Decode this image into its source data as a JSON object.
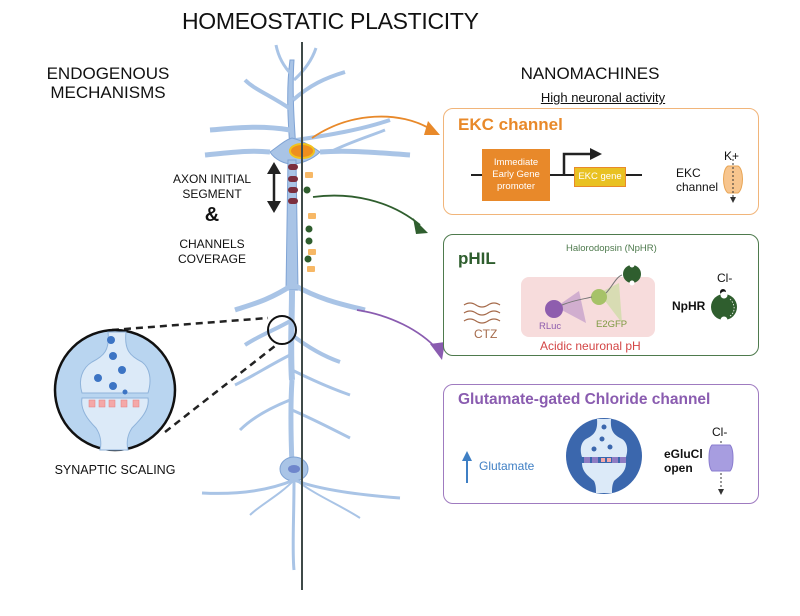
{
  "title": "HOMEOSTATIC PLASTICITY",
  "left": {
    "header_line1": "ENDOGENOUS",
    "header_line2": "MECHANISMS",
    "ais_line1": "AXON INITIAL",
    "ais_line2": "SEGMENT",
    "ampersand": "&",
    "coverage_line1": "CHANNELS",
    "coverage_line2": "COVERAGE",
    "synaptic_label": "SYNAPTIC SCALING"
  },
  "right": {
    "header": "NANOMACHINES",
    "subheader": "High neuronal activity",
    "ekc": {
      "title": "EKC channel",
      "promoter_line1": "Immediate",
      "promoter_line2": "Early Gene",
      "promoter_line3": "promoter",
      "gene": "EKC gene",
      "ion": "K+",
      "channel_line1": "EKC",
      "channel_line2": "channel",
      "color": "#E8892A"
    },
    "phil": {
      "title": "pHIL",
      "halorodopsin": "Halorodopsin (NpHR)",
      "ctz": "CTZ",
      "rluc": "RLuc",
      "e2gfp": "E2GFP",
      "acidic": "Acidic neuronal pH",
      "ion": "Cl-",
      "npHR": "NpHR",
      "color": "#2F5E2E"
    },
    "glucl": {
      "title": "Glutamate-gated Chloride channel",
      "glutamate": "Glutamate",
      "ion": "Cl-",
      "channel_line1": "eGluCl",
      "channel_line2": "open",
      "color": "#8A5CB0"
    }
  },
  "colors": {
    "neuron": "#A9C4E6",
    "neuron_stroke": "#7FA3D4",
    "axis_line": "#3F4A48",
    "ekc_arrow": "#E8892A",
    "phil_arrow": "#2F5E2E",
    "glucl_arrow": "#8A5CB0"
  }
}
